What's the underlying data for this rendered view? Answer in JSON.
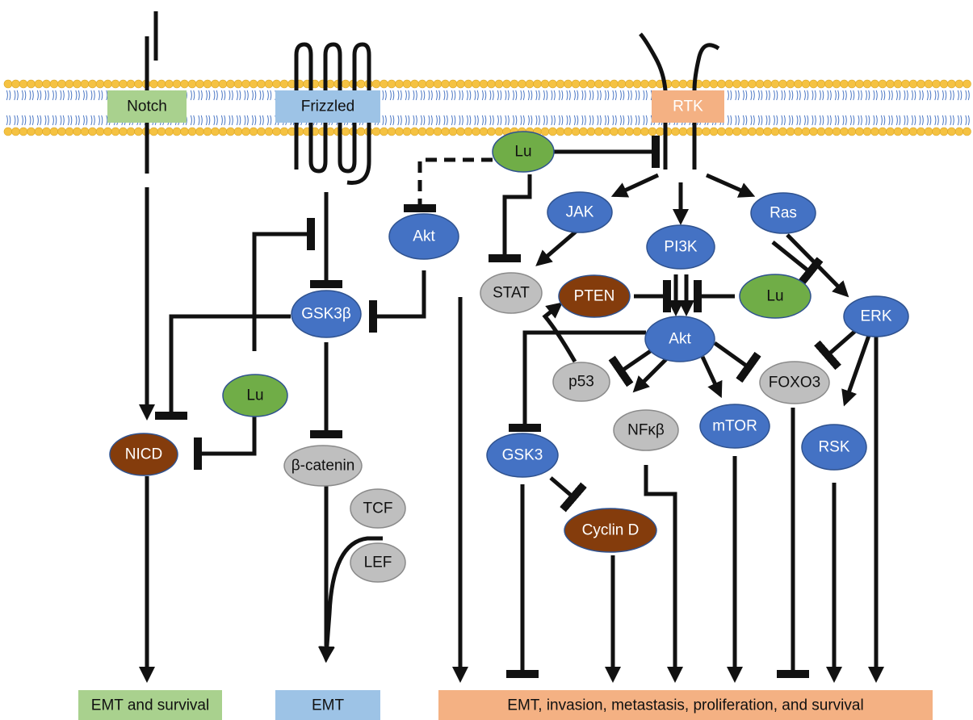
{
  "receptors": {
    "notch": "Notch",
    "frizzled": "Frizzled",
    "rtk": "RTK"
  },
  "nodes": {
    "lu_top": "Lu",
    "akt_left": "Akt",
    "gsk3b": "GSK3β",
    "lu_left": "Lu",
    "nicd": "NICD",
    "bcatenin": "β-catenin",
    "tcf": "TCF",
    "lef": "LEF",
    "jak": "JAK",
    "pi3k": "PI3K",
    "ras": "Ras",
    "stat": "STAT",
    "pten": "PTEN",
    "lu_right": "Lu",
    "erk": "ERK",
    "akt_right": "Akt",
    "p53": "p53",
    "foxo3": "FOXO3",
    "nfkb": "NFκβ",
    "mtor": "mTOR",
    "rsk": "RSK",
    "gsk3": "GSK3",
    "cyclind": "Cyclin D"
  },
  "outcomes": {
    "notch_outcome": "EMT and survival",
    "wnt_outcome": "EMT",
    "rtk_outcome": "EMT, invasion, metastasis, proliferation, and survival"
  },
  "colors": {
    "blue_node": "#4472c4",
    "green_node": "#70ad47",
    "brown_node": "#843c0c",
    "gray_node": "#bfbfbf",
    "membrane": "#f5c242",
    "membrane_tail": "#4a76c4",
    "notch_box": "#a9d18e",
    "frizzled_box": "#9dc3e6",
    "rtk_box": "#f4b183",
    "outcome_green": "#a9d18e",
    "outcome_blue": "#9dc3e6",
    "outcome_salmon": "#f4b183"
  }
}
